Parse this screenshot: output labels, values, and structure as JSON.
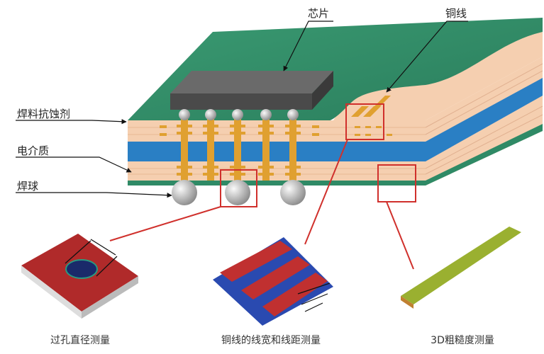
{
  "labels": {
    "chip": "芯片",
    "copper_wire": "铜线",
    "solder_resist": "焊料抗蚀剂",
    "dielectric": "电介质",
    "solder_ball": "焊球"
  },
  "captions": {
    "via_diameter": "过孔直径测量",
    "line_width_spacing": "铜线的线宽和线距测量",
    "roughness_3d": "3D粗糙度测量"
  },
  "colors": {
    "solder_resist": "#2f8a66",
    "dielectric": "#2a7fc4",
    "laminate": "#f5cfb0",
    "copper": "#e0a030",
    "highlight": "#d0302c"
  }
}
